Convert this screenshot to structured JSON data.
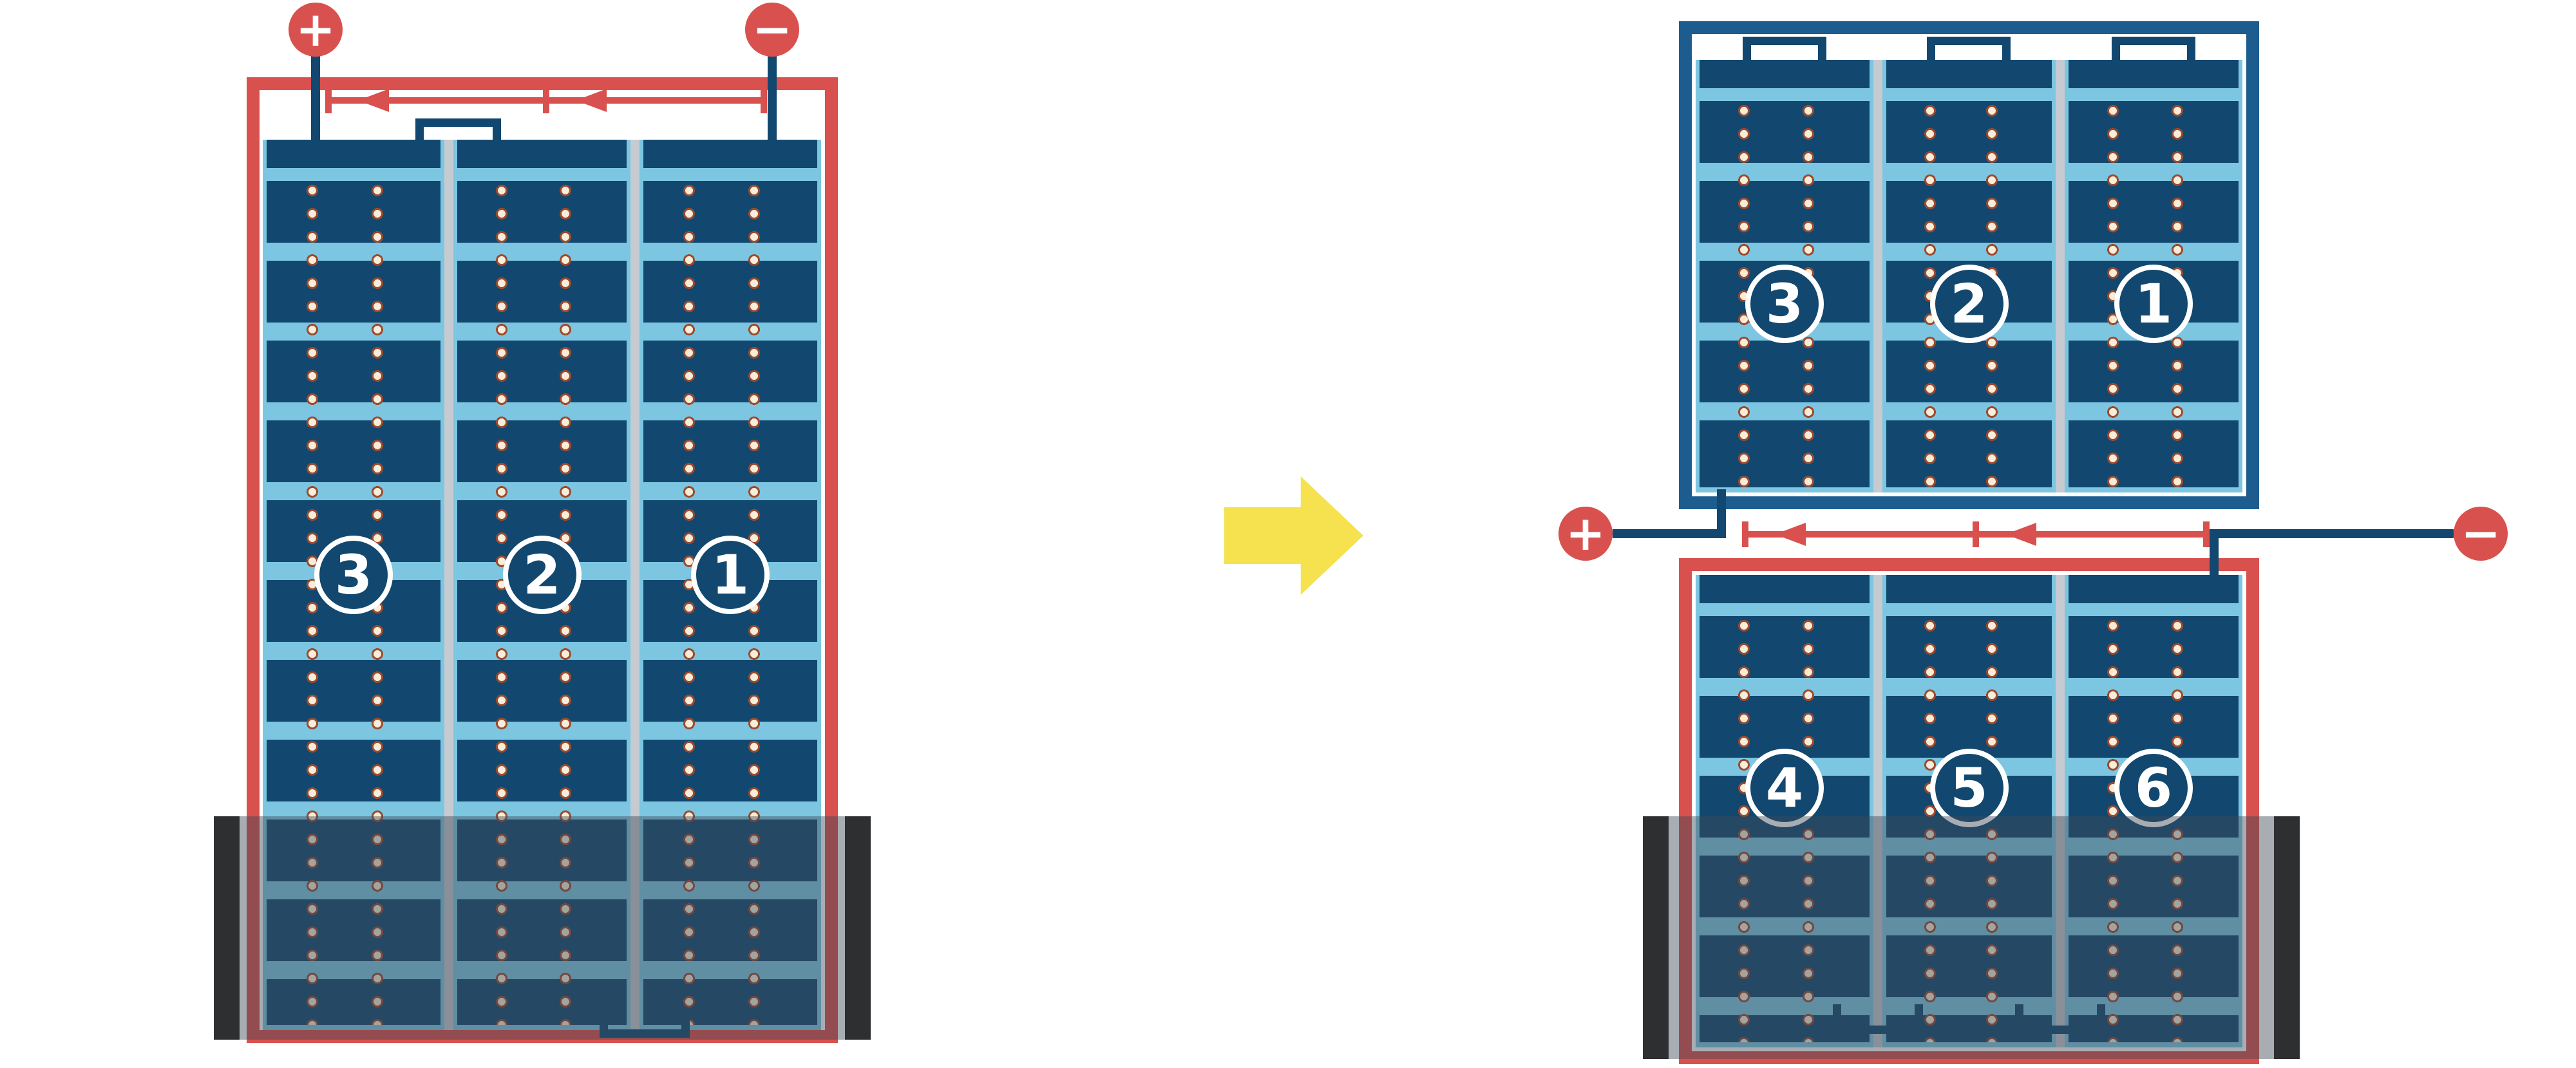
{
  "colors": {
    "wire_red": "#d9514e",
    "cell_navy": "#12486f",
    "frame_navy": "#1c5c8e",
    "panel_blue": "#7cc6e2",
    "divider_gray": "#c6cbd1",
    "arrow_yellow": "#f6e14e",
    "shade_cap_dark": "#2e2f31",
    "dot_cream": "#f6edda",
    "dot_ring": "#9c4a2e"
  },
  "before_panel": {
    "strings": [
      "3",
      "2",
      "1"
    ],
    "terminal_positive": "+",
    "terminal_negative": "−",
    "current_arrow_direction": "left"
  },
  "after_panels": {
    "top_strings": [
      "3",
      "2",
      "1"
    ],
    "bottom_strings": [
      "4",
      "5",
      "6"
    ],
    "terminal_positive": "+",
    "terminal_negative": "−",
    "current_arrow_direction": "left"
  },
  "icons": {
    "transform_arrow": "arrow-right",
    "positive_terminal": "plus-circle",
    "negative_terminal": "minus-circle",
    "shade": "shade-bar"
  }
}
